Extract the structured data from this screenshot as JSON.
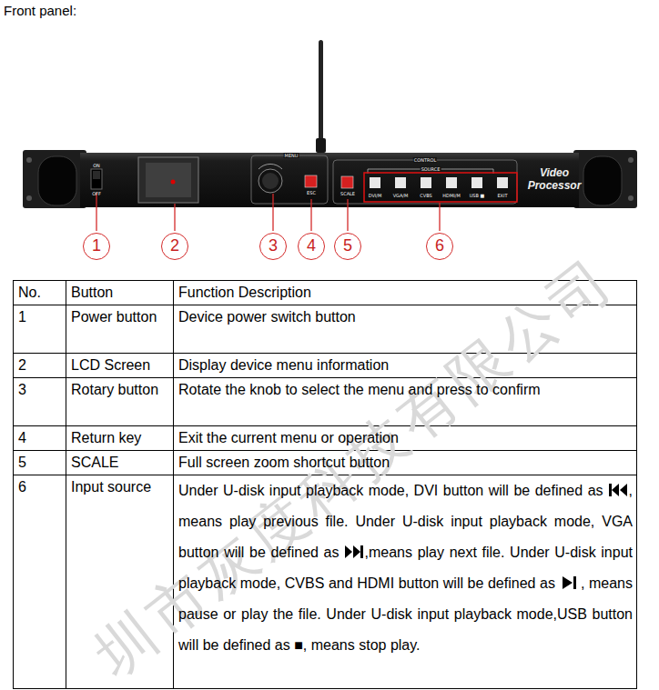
{
  "diagram": {
    "title": "Front panel:",
    "labels": [
      "ON",
      "OFF",
      "MENU",
      "ESC",
      "SCALE",
      "CONTROL",
      "SOURCE",
      "DVI/M",
      "VGA/M",
      "CVBS",
      "HDMI/M",
      "USB ■",
      "EXIT",
      "Video Processor",
      "1",
      "2",
      "3",
      "4",
      "5",
      "6",
      "No.",
      "Button",
      "Function Description",
      "1",
      "Power button",
      "Device power switch button",
      "2",
      "LCD Screen",
      "Display device menu information",
      "3",
      "Rotary button",
      "Rotate the knob to select the menu and press to confirm",
      "4",
      "Return key",
      "Exit the current menu or operation",
      "5",
      "SCALE",
      "Full screen zoom shortcut button",
      "6",
      "Input source",
      "Under U-disk input playback mode, DVI button will be defined as",
      ", means play previous file. Under U-disk input playback mode, VGA button will be defined as",
      ",means play next file. Under U-disk input playback mode, CVBS and HDMI button will be defined as",
      ", means pause or play the file.   Under U-disk input playback mode,USB button will be defined as ■, means stop play.",
      "圳市灰度科技有限公司"
    ]
  }
}
